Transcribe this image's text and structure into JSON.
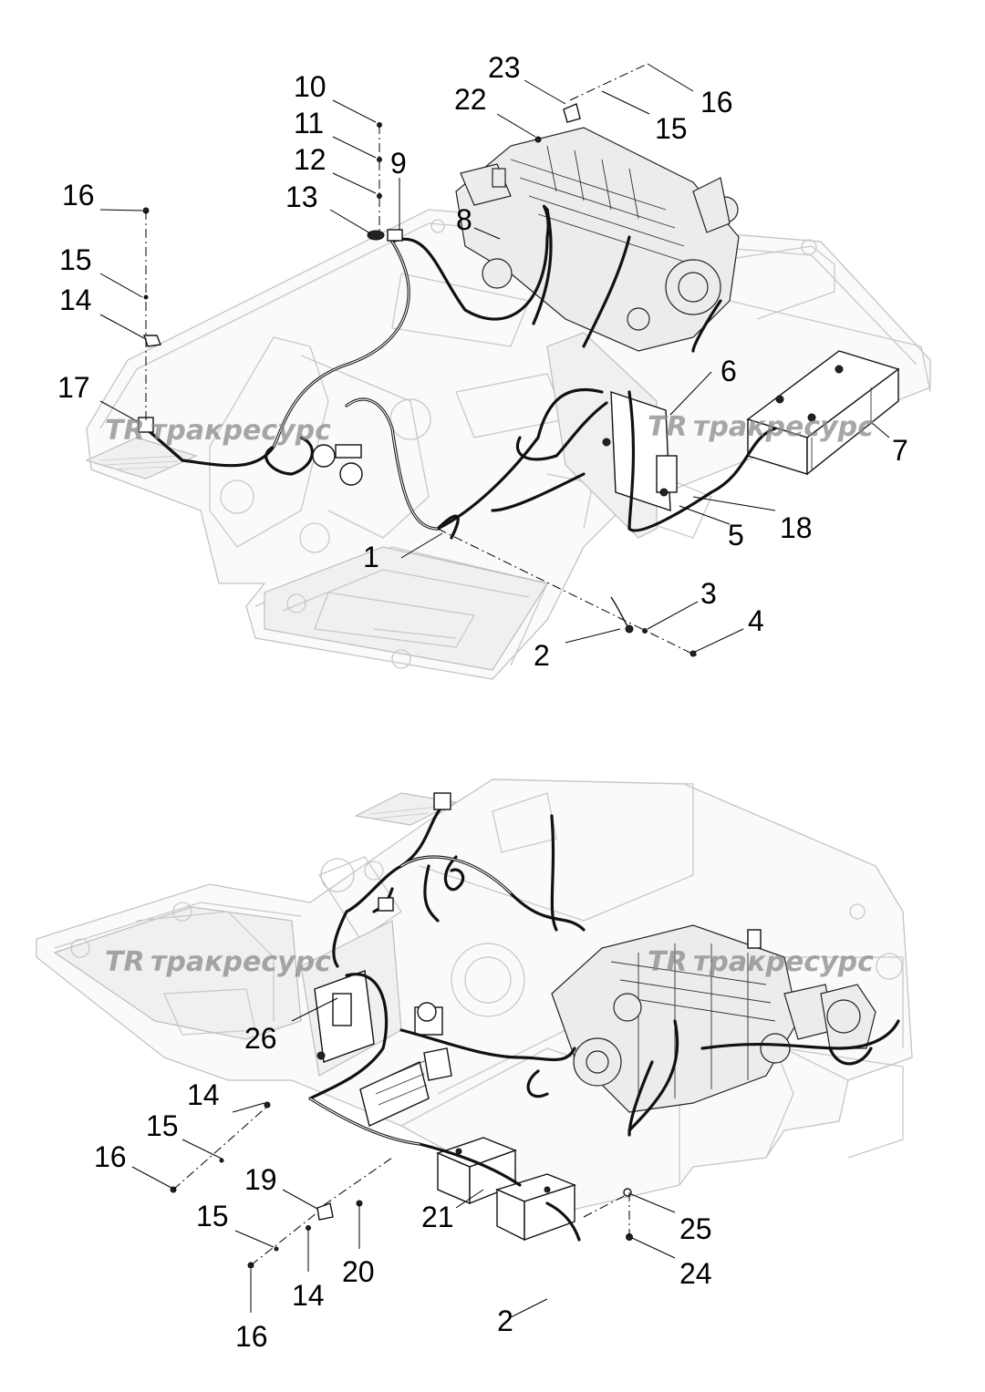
{
  "watermark": {
    "logo_text": "TR",
    "text": "тракресурс"
  },
  "diagram_top": {
    "callouts": [
      "1",
      "2",
      "3",
      "4",
      "5",
      "6",
      "7",
      "8",
      "9",
      "10",
      "11",
      "12",
      "13",
      "14",
      "15",
      "16",
      "16",
      "17",
      "18",
      "22",
      "23",
      "15"
    ]
  },
  "diagram_bottom": {
    "callouts": [
      "2",
      "14",
      "14",
      "15",
      "15",
      "16",
      "16",
      "19",
      "20",
      "21",
      "24",
      "25",
      "26"
    ]
  },
  "colors": {
    "frame": "#c8c8c8",
    "harness": "#111111",
    "watermark": "#8a8a8a"
  }
}
